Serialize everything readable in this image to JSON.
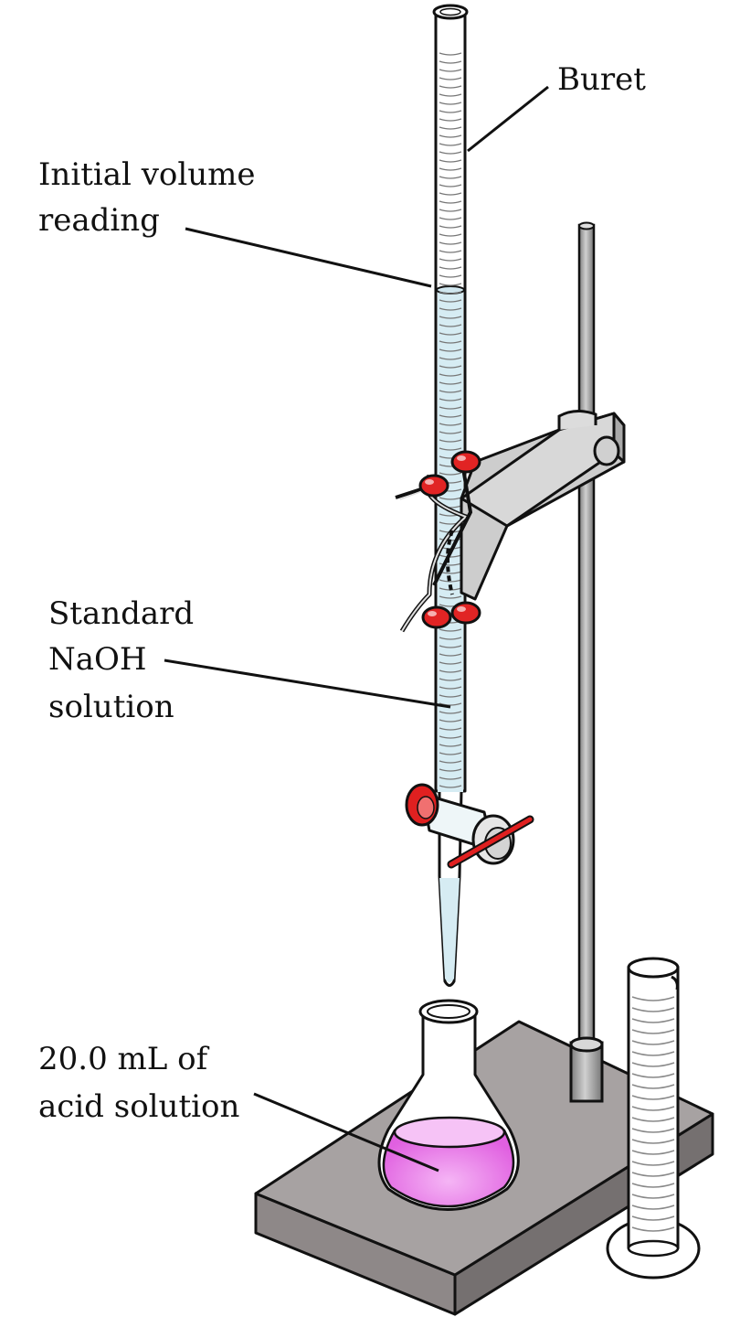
{
  "labels": {
    "buret": "Buret",
    "initial_volume": [
      "Initial volume",
      "reading"
    ],
    "standard_naoh": [
      "Standard",
      "NaOH",
      "solution"
    ],
    "acid_solution": [
      "20.0 mL of",
      "acid solution"
    ]
  },
  "colors": {
    "outline": "#111111",
    "glass": "#ffffff",
    "naoh_liquid": "#d7ecf2",
    "acid_liquid": "#e879e8",
    "acid_liquid_light": "#f3b8f3",
    "clamp_metal": "#cfcfcf",
    "base_top": "#a39e9e",
    "base_side": "#8a8585",
    "rod": "#9c9c9c",
    "stopcock_red": "#e02020"
  }
}
